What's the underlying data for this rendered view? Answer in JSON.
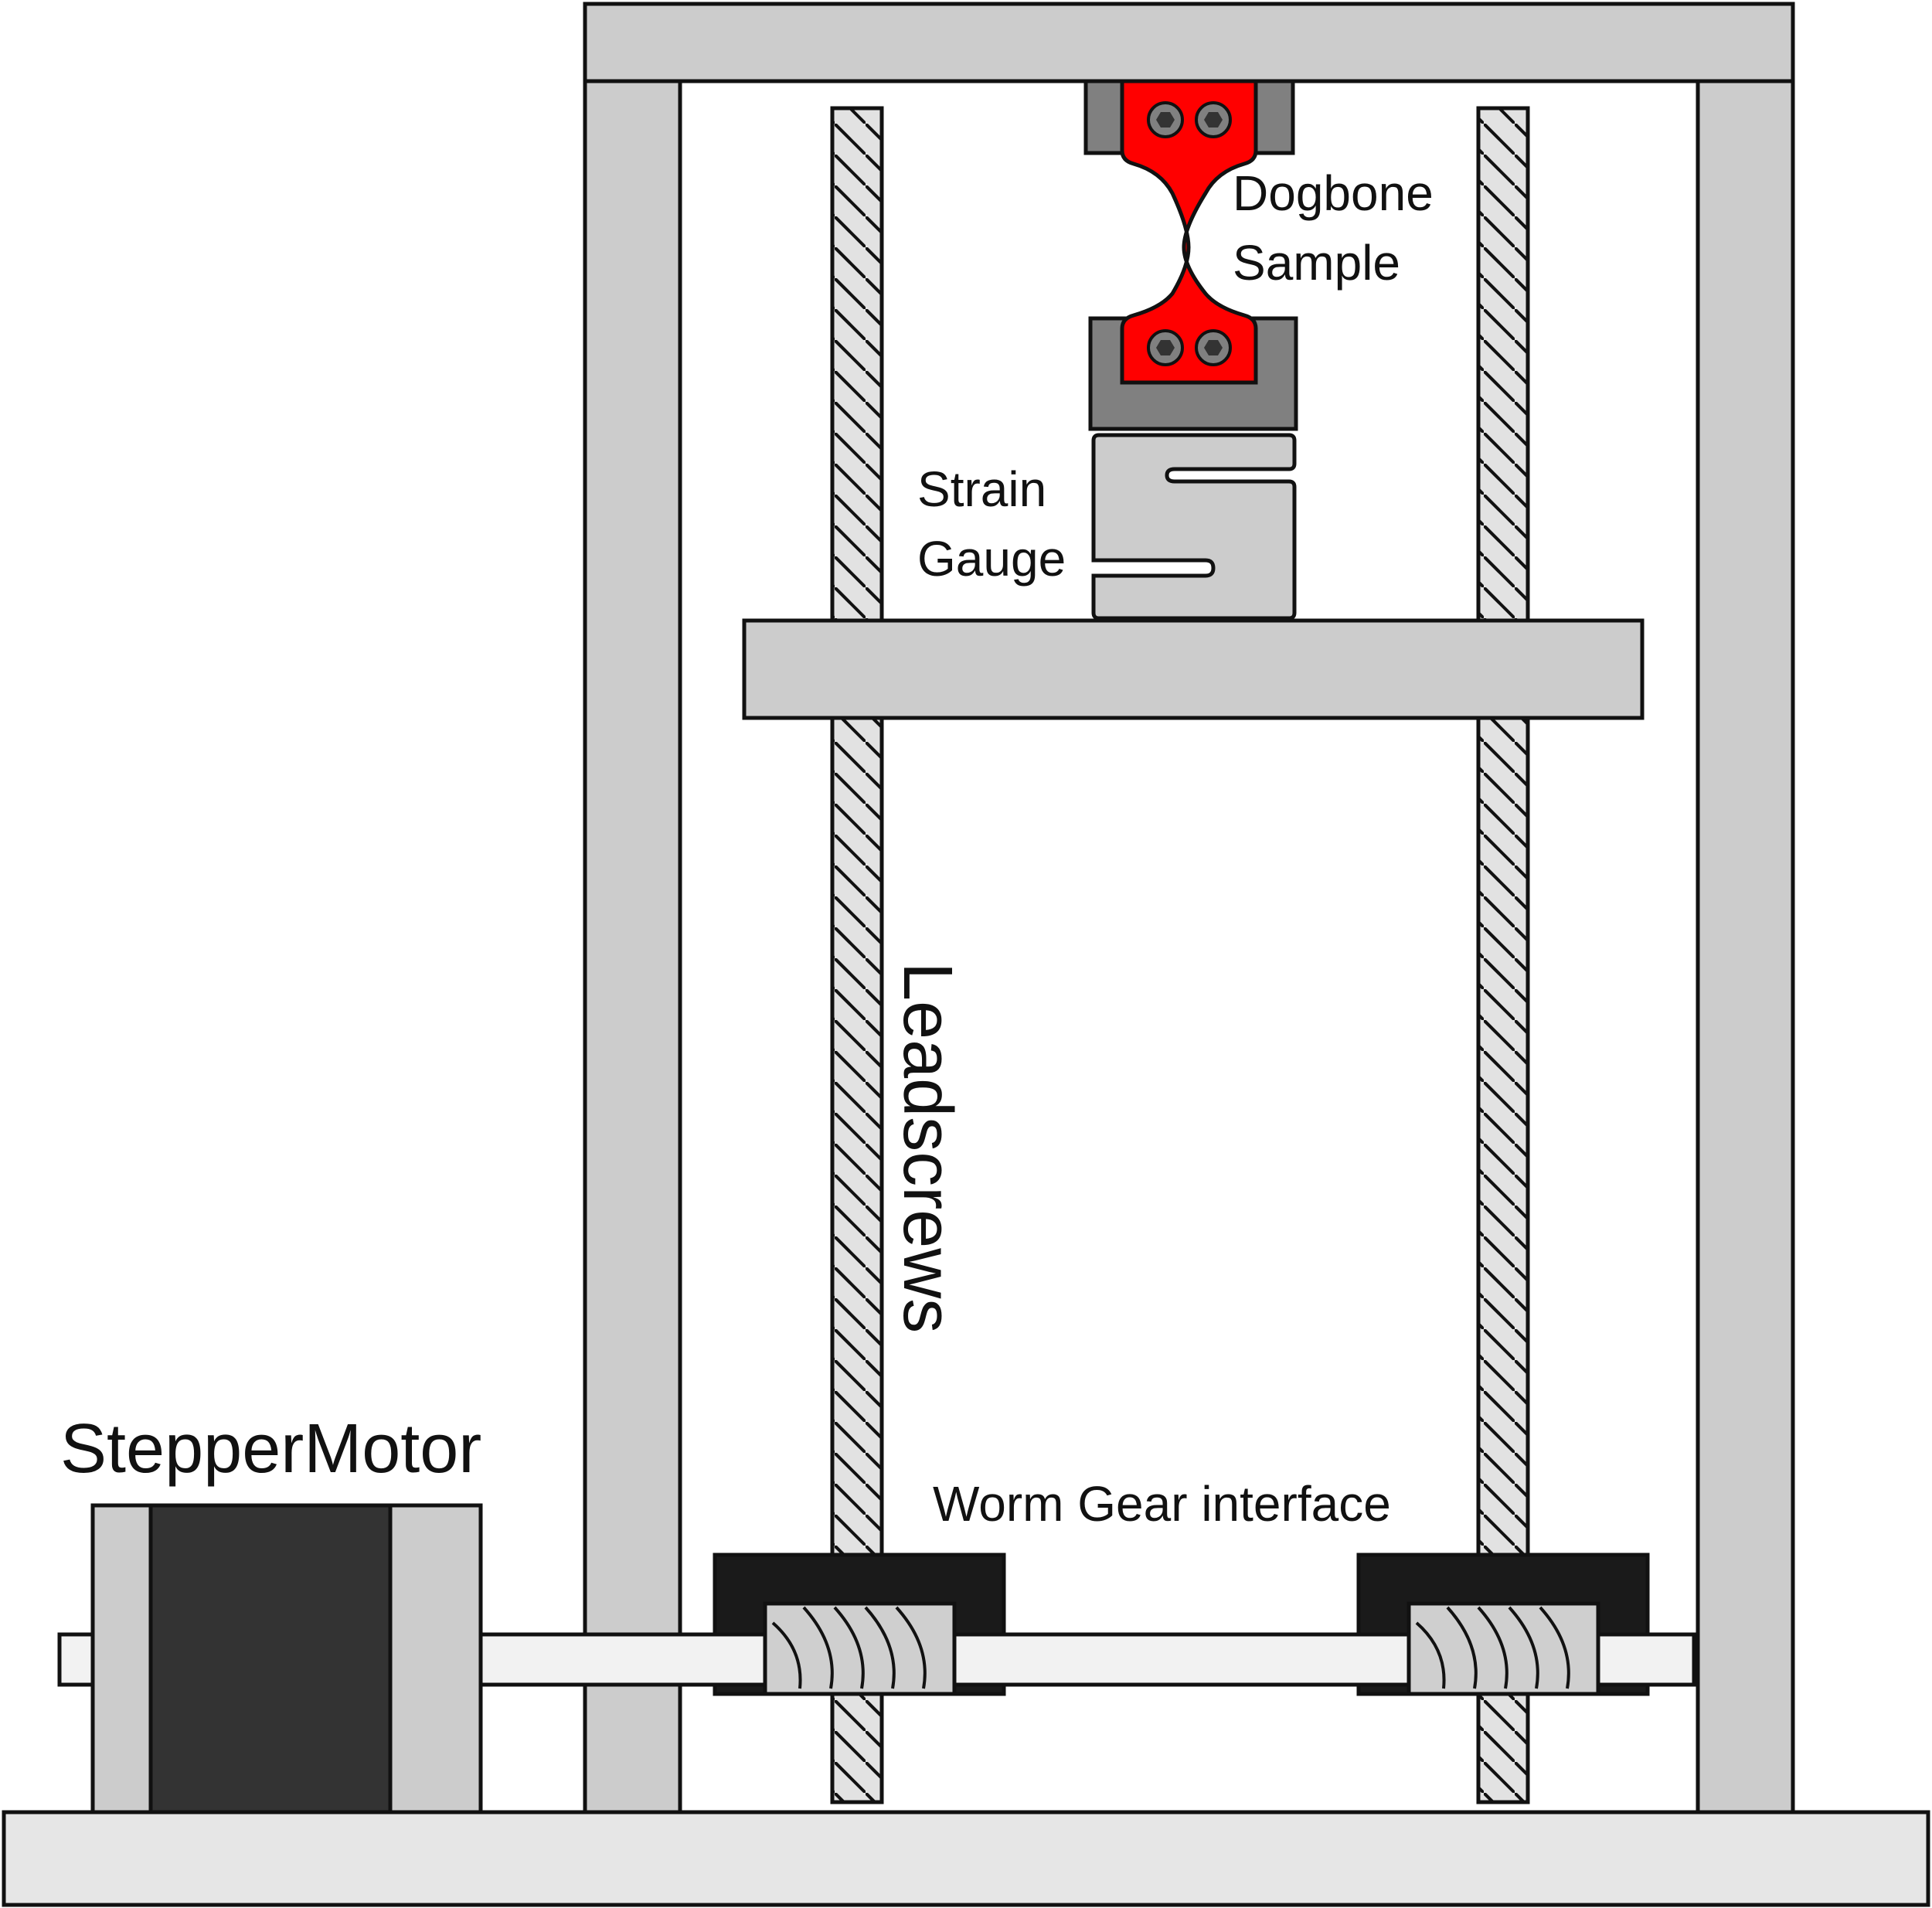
{
  "labels": {
    "dogbone_line1": "Dogbone",
    "dogbone_line2": "Sample",
    "strain_line1": "Strain",
    "strain_line2": "Gauge",
    "leadscrews": "Leadscrews",
    "stepper_motor": "StepperMotor",
    "worm_gear": "Worm Gear interface"
  },
  "colors": {
    "frame": "#cccccc",
    "base": "#e6e6e6",
    "screw_fill": "#e2e2e2",
    "grip": "#808080",
    "sample": "#ff0000",
    "motor_body": "#333333",
    "gear_housing": "#1a1a1a",
    "shaft": "#f2f2f2",
    "worm": "#cfcfcf",
    "outline": "#111111"
  }
}
